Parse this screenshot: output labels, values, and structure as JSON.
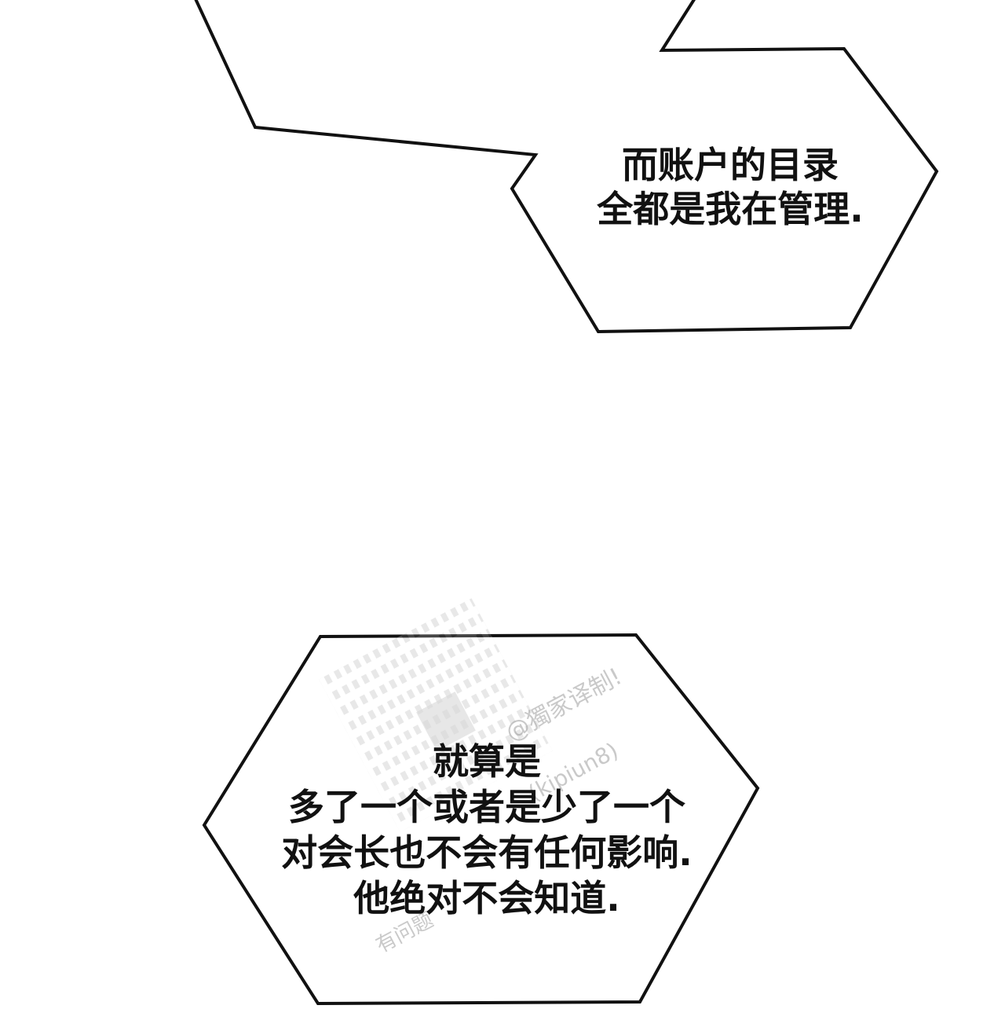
{
  "bubble_top": {
    "lines": [
      "而账户的目录",
      "全都是我在管理."
    ]
  },
  "bubble_bottom": {
    "lines": [
      "就算是",
      "多了一个或者是少了一个",
      "对会长也不会有任何影响.",
      "他绝对不会知道."
    ]
  },
  "watermark": {
    "line_1": "@獨家译制!",
    "line_2": "(kipiun8)",
    "line_3": "有问题"
  },
  "colors": {
    "ink": "#111111",
    "paper": "#ffffff",
    "watermark": "#8a8a8a"
  }
}
